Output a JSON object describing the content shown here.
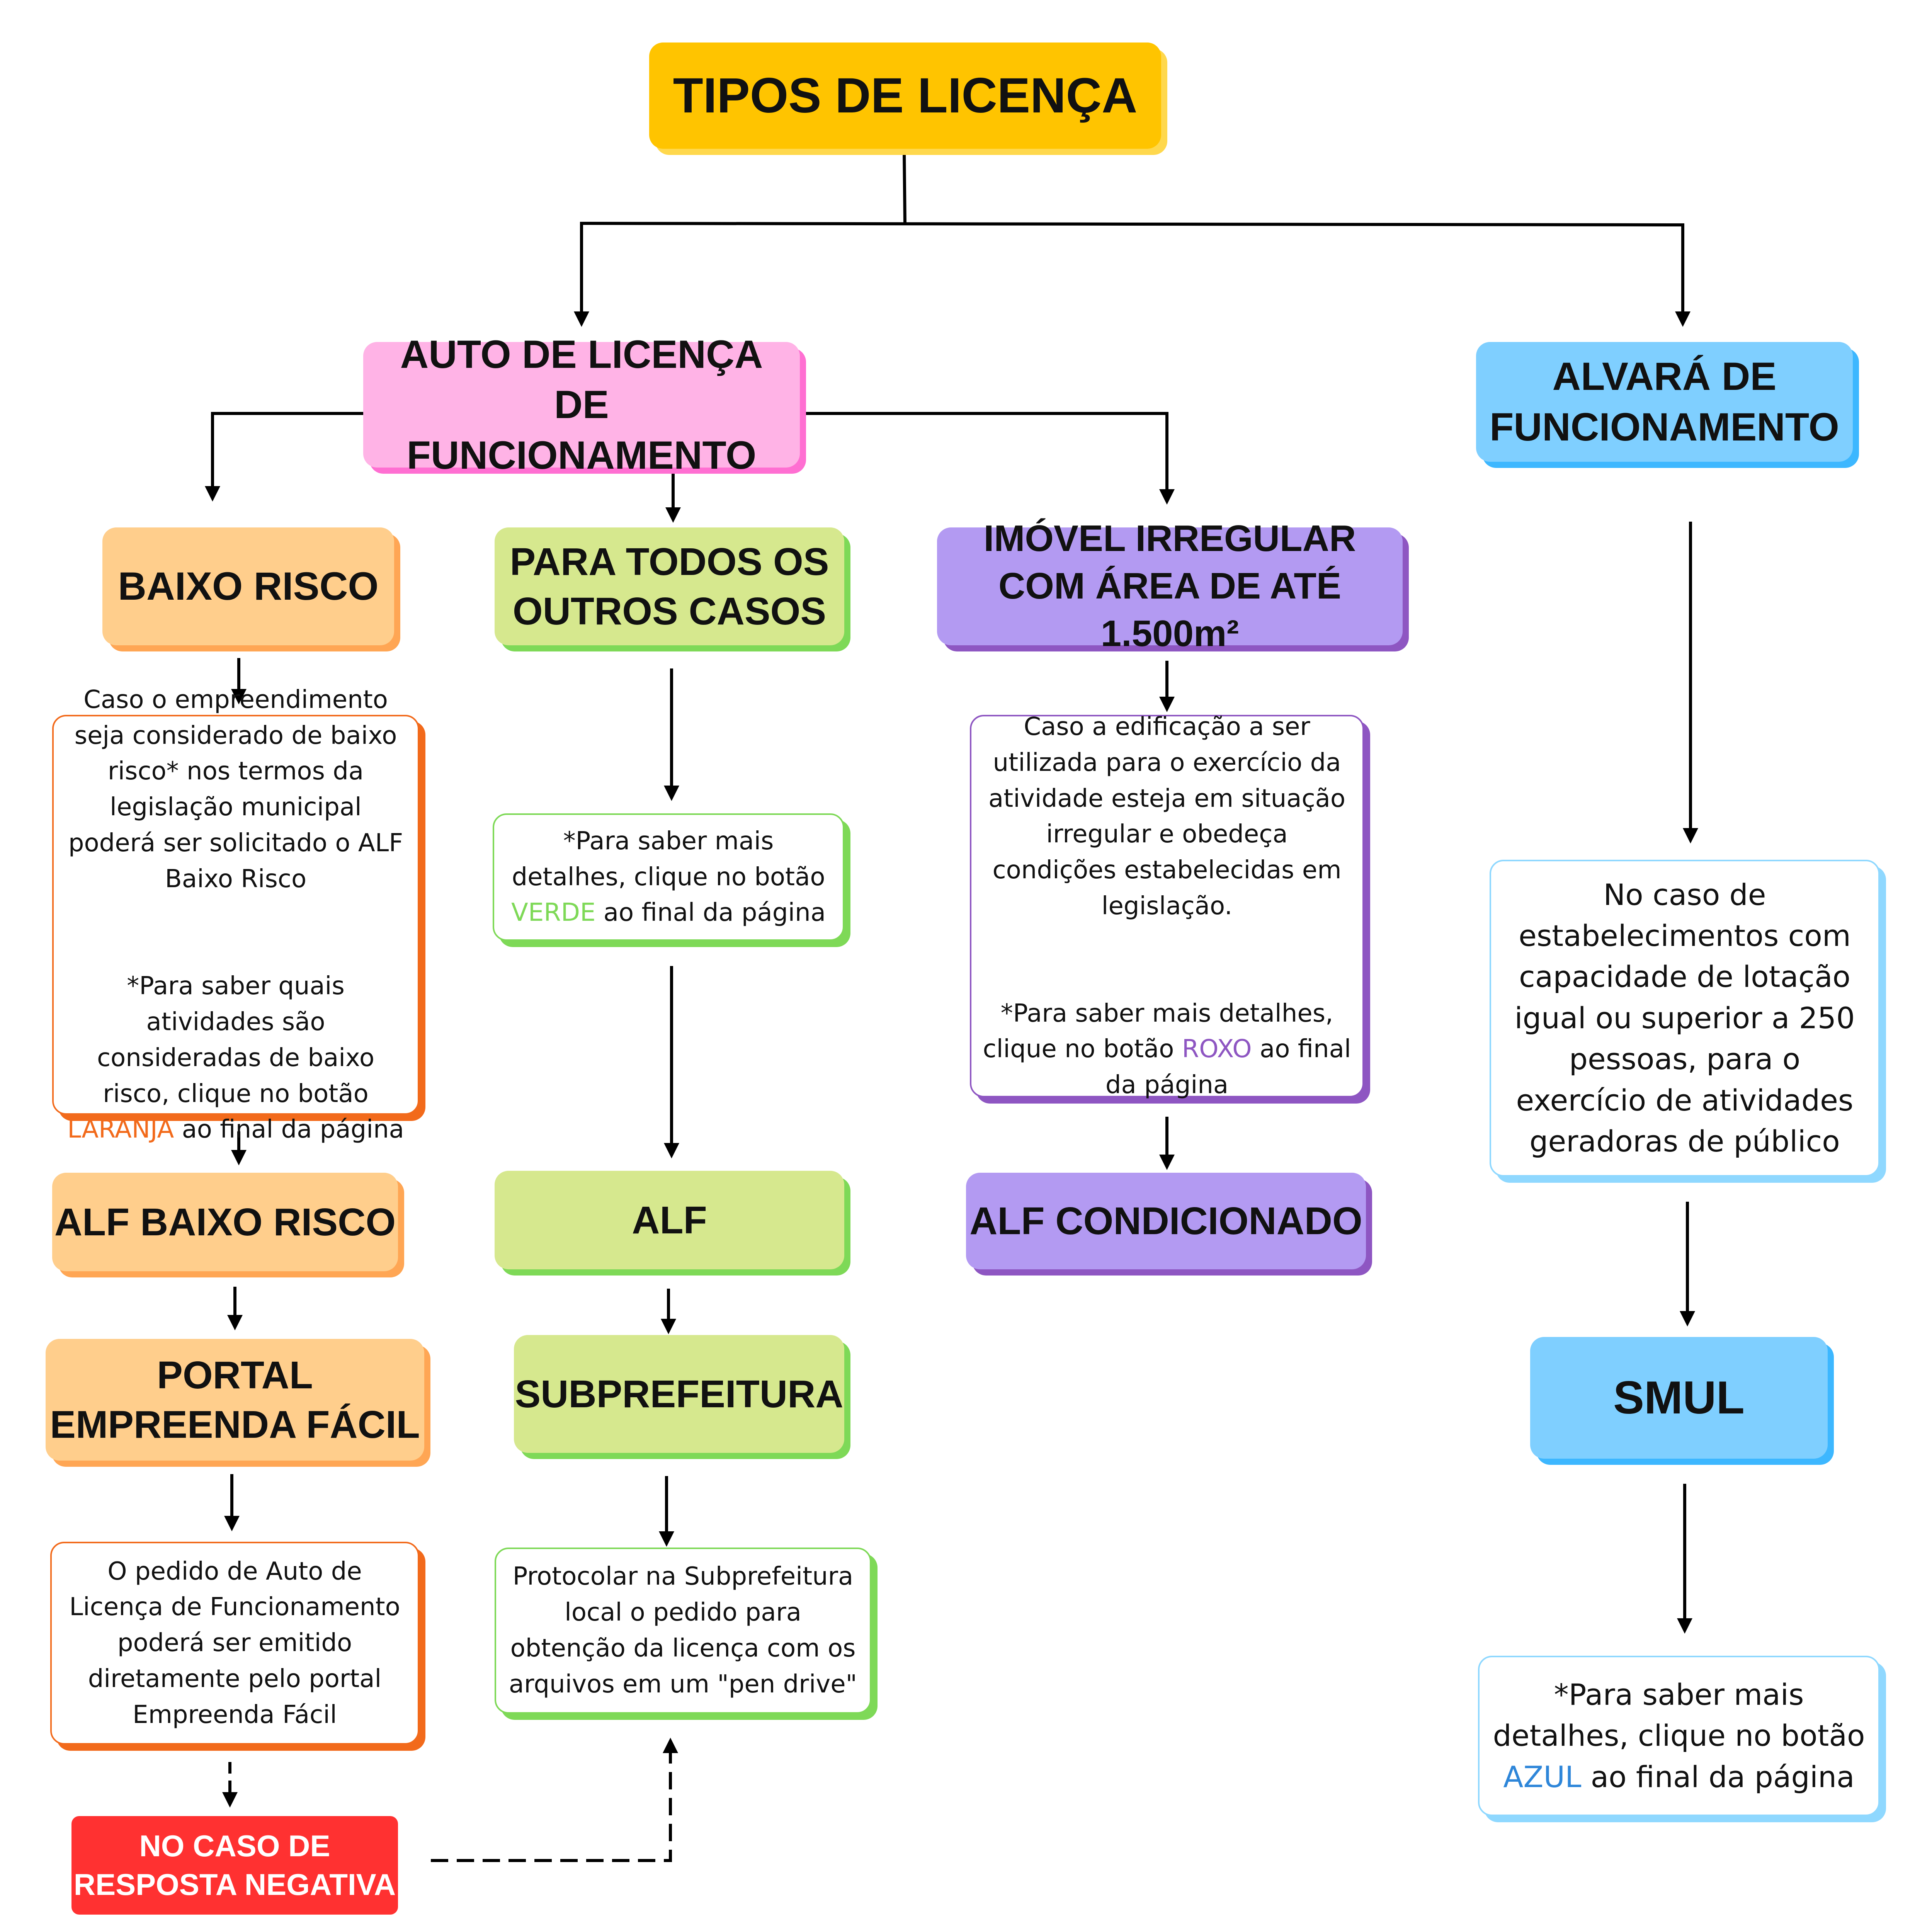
{
  "root": {
    "label": "TIPOS DE LICENÇA",
    "color": "#FFC400"
  },
  "auto": {
    "label": "AUTO DE LICENÇA DE FUNCIONAMENTO",
    "color": "#FFB3E6"
  },
  "alvara": {
    "label": "ALVARÁ DE FUNCIONAMENTO",
    "color": "#7FCFFF"
  },
  "baixo": {
    "label": "BAIXO RISCO",
    "note_text": "Caso o empreendimento seja considerado de baixo risco* nos termos da legislação municipal poderá ser solicitado o ALF Baixo Risco",
    "note_pre": "*Para saber quais atividades são consideradas de baixo risco, clique no botão ",
    "note_btn": "LARANJA",
    "note_post": " ao final da página",
    "alf": "ALF BAIXO RISCO",
    "portal": "PORTAL EMPREENDA FÁCIL",
    "note2": "O pedido de Auto de Licença de Funcionamento poderá ser emitido diretamente pelo portal Empreenda Fácil",
    "negativa": "NO CASO DE RESPOSTA NEGATIVA"
  },
  "todos": {
    "label": "PARA TODOS OS OUTROS CASOS",
    "note_pre": "*Para saber mais detalhes, clique no botão ",
    "note_btn": "VERDE",
    "note_post": " ao final da página",
    "alf": "ALF",
    "sub": "SUBPREFEITURA",
    "note2": "Protocolar na Subprefeitura local o pedido para obtenção da licença com os arquivos em um \"pen drive\""
  },
  "imovel": {
    "label": "IMÓVEL IRREGULAR COM ÁREA DE ATÉ 1.500m²",
    "note_text": "Caso a edificação a ser utilizada para o exercício da atividade esteja em situação irregular e obedeça condições estabelecidas em legislação.",
    "note_pre": "*Para saber mais detalhes, clique no botão ",
    "note_btn": "ROXO",
    "note_post": " ao final da página",
    "alf": "ALF CONDICIONADO"
  },
  "alvara_branch": {
    "note": "No caso de estabelecimentos com capacidade de lotação igual ou superior a 250 pessoas, para o exercício de atividades geradoras de público",
    "smul": "SMUL",
    "note2_pre": "*Para saber mais detalhes, clique no botão ",
    "note2_btn": "AZUL",
    "note2_post": " ao final da página"
  },
  "colors": {
    "orange_fill": "#FFCE8C",
    "orange_border": "#F26A1B",
    "green_fill": "#D6E88E",
    "green_border": "#7ED957",
    "purple_fill": "#B39AF2",
    "purple_border": "#8E56C2",
    "blue_fill": "#7FCFFF",
    "blue_border": "#5CC3FF",
    "red": "#FF3131"
  }
}
